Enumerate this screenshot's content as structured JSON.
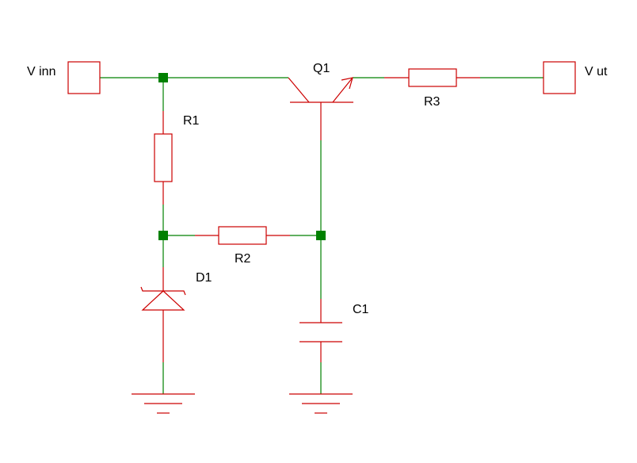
{
  "colors": {
    "background": "#ffffff",
    "component": "#cc0000",
    "wire": "#008000",
    "junction": "#008000",
    "text": "#000000"
  },
  "labels": {
    "input_port": "V inn",
    "output_port": "V ut",
    "transistor": "Q1",
    "r1": "R1",
    "r2": "R2",
    "r3": "R3",
    "diode": "D1",
    "capacitor": "C1"
  }
}
